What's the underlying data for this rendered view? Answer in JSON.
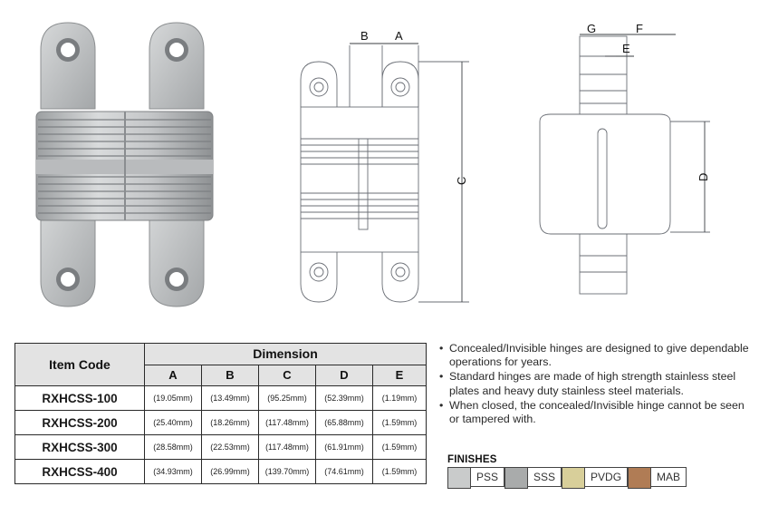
{
  "table": {
    "item_code_header": "Item Code",
    "dimension_header": "Dimension",
    "columns": [
      "A",
      "B",
      "C",
      "D",
      "E"
    ],
    "rows": [
      {
        "code": "RXHCSS-100",
        "values": [
          "(19.05mm)",
          "(13.49mm)",
          "(95.25mm)",
          "(52.39mm)",
          "(1.19mm)"
        ]
      },
      {
        "code": "RXHCSS-200",
        "values": [
          "(25.40mm)",
          "(18.26mm)",
          "(117.48mm)",
          "(65.88mm)",
          "(1.59mm)"
        ]
      },
      {
        "code": "RXHCSS-300",
        "values": [
          "(28.58mm)",
          "(22.53mm)",
          "(117.48mm)",
          "(61.91mm)",
          "(1.59mm)"
        ]
      },
      {
        "code": "RXHCSS-400",
        "values": [
          "(34.93mm)",
          "(26.99mm)",
          "(139.70mm)",
          "(74.61mm)",
          "(1.59mm)"
        ]
      }
    ]
  },
  "bullets": [
    "Concealed/Invisible hinges are designed to give dependable operations for years.",
    "Standard hinges are made of high strength stainless steel plates and heavy duty stainless steel materials.",
    "When closed, the concealed/Invisible hinge cannot be seen or tampered with."
  ],
  "finishes": {
    "title": "FINISHES",
    "items": [
      {
        "label": "PSS",
        "color": "#c9cbcb"
      },
      {
        "label": "SSS",
        "color": "#a9abab"
      },
      {
        "label": "PVDG",
        "color": "#d8cf9a"
      },
      {
        "label": "MAB",
        "color": "#b07c55"
      }
    ]
  },
  "drawing_labels": {
    "front": {
      "A": "A",
      "B": "B",
      "C": "C"
    },
    "side": {
      "D": "D",
      "E": "E",
      "F": "F",
      "G": "G"
    }
  }
}
